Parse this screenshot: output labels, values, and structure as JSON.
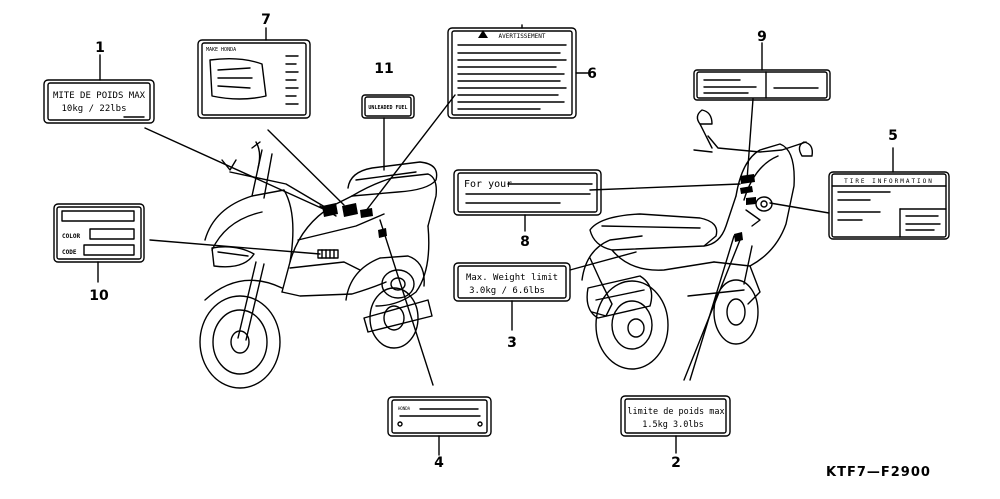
{
  "diagram_code": "KTF7—F2900",
  "callouts": {
    "c1": "1",
    "c2": "2",
    "c3": "3",
    "c4": "4",
    "c5": "5",
    "c6": "6",
    "c7": "7",
    "c8": "8",
    "c9": "9",
    "c10": "10",
    "c11": "11"
  },
  "labels": {
    "label1": {
      "line1": "MITE DE POIDS MAX",
      "line2": "10kg  / 22lbs"
    },
    "label2": {
      "line1": "limite de poids max",
      "line2": "1.5kg    3.0lbs"
    },
    "label3": {
      "line1": "Max. Weight limit",
      "line2": "3.0kg  / 6.6lbs"
    },
    "label4": {
      "brand": "HONDA"
    },
    "label5": {
      "title": "TIRE INFORMATION"
    },
    "label6": {
      "title": "AVERTISSEMENT"
    },
    "label7": {
      "brand": "MAKE HONDA"
    },
    "label8": {
      "line1": "For your"
    },
    "label10": {
      "color": "COLOR",
      "code": "CODE"
    },
    "label11": {
      "text": "UNLEADED FUEL"
    }
  }
}
